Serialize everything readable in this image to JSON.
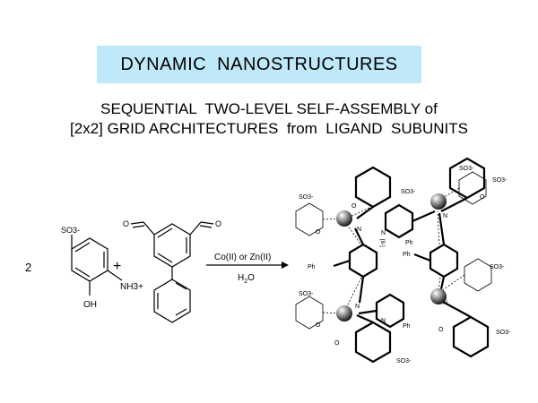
{
  "title": "DYNAMIC  NANOSTRUCTURES",
  "subtitle_line1": "SEQUENTIAL  TWO-LEVEL SELF-ASSEMBLY of",
  "subtitle_line2": "[2x2] GRID ARCHITECTURES  from  LIGAND  SUBUNITS",
  "colors": {
    "title_bg": "#bfe8f8",
    "ink": "#000000"
  },
  "reaction": {
    "coefficient": "2",
    "plus": "+",
    "conditions_top": "Co(II) or Zn(II)",
    "conditions_bottom": "H2O"
  },
  "reactant1": {
    "so3": "SO3-",
    "nh3": "NH3+",
    "oh": "OH"
  },
  "reactant2": {
    "aldehyde_o": "O"
  },
  "product": {
    "sulfonate": "SO3-",
    "phenyl": "Ph",
    "nitrogen": "N",
    "oxygen": "O",
    "charge_tag": "[8-]"
  }
}
